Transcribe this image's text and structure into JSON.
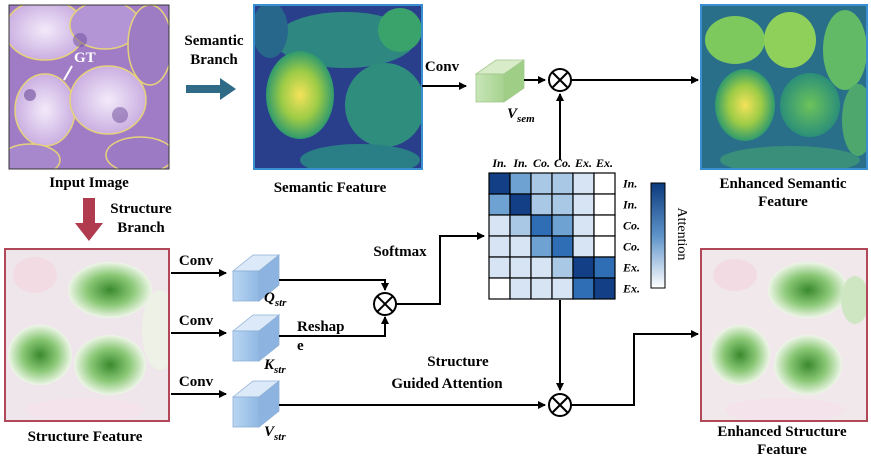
{
  "labels": {
    "input_image": "Input Image",
    "gt": "GT",
    "semantic_branch_1": "Semantic",
    "semantic_branch_2": "Branch",
    "structure_branch_1": "Structure",
    "structure_branch_2": "Branch",
    "semantic_feature": "Semantic Feature",
    "structure_feature": "Structure Feature",
    "enhanced_semantic_1": "Enhanced Semantic",
    "enhanced_semantic_2": "Feature",
    "enhanced_structure_1": "Enhanced Structure",
    "enhanced_structure_2": "Feature",
    "conv": "Conv",
    "softmax": "Softmax",
    "reshape_1": "Reshap",
    "reshape_2": "e",
    "sga_1": "Structure",
    "sga_2": "Guided Attention",
    "attention": "Attention"
  },
  "tensors": {
    "v_sem": {
      "main": "V",
      "sub": "sem"
    },
    "q_str": {
      "main": "Q",
      "sub": "str"
    },
    "k_str": {
      "main": "K",
      "sub": "str"
    },
    "v_str": {
      "main": "V",
      "sub": "str"
    }
  },
  "matrix": {
    "col_headers": [
      "In.",
      "In.",
      "Co.",
      "Co.",
      "Ex.",
      "Ex."
    ],
    "row_headers": [
      "In.",
      "In.",
      "Co.",
      "Co.",
      "Ex.",
      "Ex."
    ],
    "cells": [
      [
        5,
        3,
        2,
        2,
        1,
        0
      ],
      [
        3,
        5,
        2,
        2,
        1,
        0
      ],
      [
        1,
        2,
        4,
        3,
        1,
        0
      ],
      [
        1,
        1,
        3,
        4,
        1,
        0
      ],
      [
        1,
        1,
        1,
        2,
        5,
        4
      ],
      [
        0,
        1,
        1,
        1,
        4,
        5
      ]
    ]
  },
  "colors": {
    "semantic_arrow": "#2f6a87",
    "structure_arrow": "#b03a4e",
    "cell_scale": [
      "#ffffff",
      "#d6e4f3",
      "#a9c8e6",
      "#6da2d3",
      "#2f6db5",
      "#123f86"
    ],
    "semantic_frame": "#3a8fd0",
    "structure_frame": "#b24759"
  }
}
